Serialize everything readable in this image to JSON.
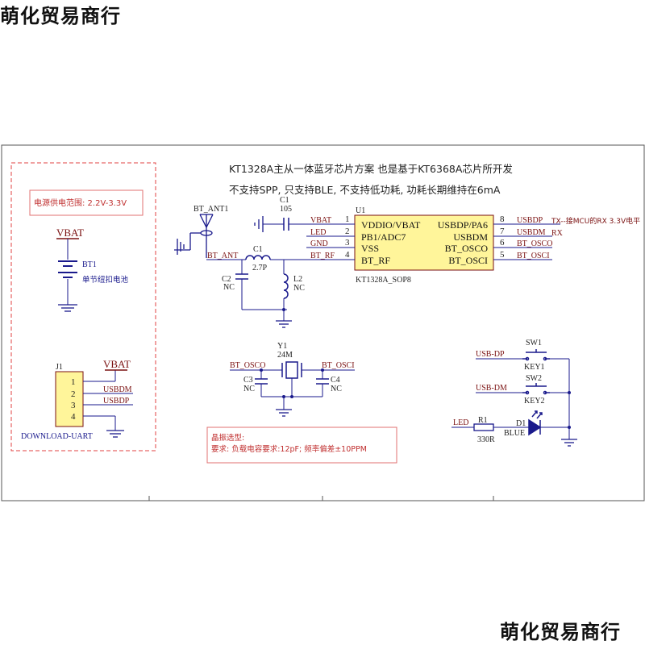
{
  "watermark": {
    "top_left": "萌化贸易商行",
    "bottom_right": "萌化贸易商行"
  },
  "notes": {
    "line1": "KT1328A主从一体蓝牙芯片方案 也是基于KT6368A芯片所开发",
    "line2": "不支持SPP, 只支持BLE, 不支持低功耗, 功耗长期维持在6mA"
  },
  "power_box": {
    "range_note": "电源供电范围: 2.2V-3.3V",
    "vbat": "VBAT",
    "battery_ref": "BT1",
    "battery_desc": "单节纽扣电池"
  },
  "connector": {
    "ref": "J1",
    "name": "DOWNLOAD-UART",
    "vbat": "VBAT",
    "pins": [
      "1",
      "2",
      "3",
      "4"
    ],
    "nets": [
      "USBDM",
      "USBDP"
    ]
  },
  "antenna": {
    "label": "BT_ANT1",
    "net": "BT_ANT"
  },
  "c1_top": {
    "ref": "C1",
    "value": "105"
  },
  "matching": {
    "c1_ref": "C1",
    "c1_value": "2.7P",
    "c2_ref": "C2",
    "c2_value": "NC",
    "l2_ref": "L2",
    "l2_value": "NC"
  },
  "chip": {
    "ref": "U1",
    "name": "KT1328A_SOP8",
    "left_pins": [
      {
        "num": "1",
        "name": "VDDIO/VBAT",
        "net": "VBAT"
      },
      {
        "num": "2",
        "name": "PB1/ADC7",
        "net": "LED"
      },
      {
        "num": "3",
        "name": "VSS",
        "net": "GND"
      },
      {
        "num": "4",
        "name": "BT_RF",
        "net": "BT_RF"
      }
    ],
    "right_pins": [
      {
        "num": "8",
        "name": "USBDP/PA6",
        "net": "USBDP"
      },
      {
        "num": "7",
        "name": "USBDM",
        "net": "USBDM"
      },
      {
        "num": "6",
        "name": "BT_OSCO",
        "net": "BT_OSCO"
      },
      {
        "num": "5",
        "name": "BT_OSCI",
        "net": "BT_OSCI"
      }
    ],
    "tx_note": "TX--接MCU的RX 3.3V电平",
    "rx_note": "RX"
  },
  "crystal": {
    "ref": "Y1",
    "value": "24M",
    "net_left": "BT_OSCO",
    "net_right": "BT_OSCI",
    "c3_ref": "C3",
    "c3_value": "NC",
    "c4_ref": "C4",
    "c4_value": "NC"
  },
  "crystal_note": {
    "line1": "晶振选型:",
    "line2": "要求: 负载电容要求:12pF; 频率偏差±10PPM"
  },
  "keys": {
    "sw1_net": "USB-DP",
    "sw1_ref": "SW1",
    "sw1_name": "KEY1",
    "sw2_net": "USB-DM",
    "sw2_ref": "SW2",
    "sw2_name": "KEY2"
  },
  "led": {
    "net": "LED",
    "r_ref": "R1",
    "r_value": "330R",
    "d_ref": "D1",
    "d_color": "BLUE"
  },
  "colors": {
    "wire": "#1a1a8c",
    "net_label": "#7a1010",
    "component": "#1a1a8c",
    "chip_fill": "#fff59a",
    "chip_border": "#7a1010",
    "dashed_box": "#e04040",
    "note_box": "#e07070"
  }
}
